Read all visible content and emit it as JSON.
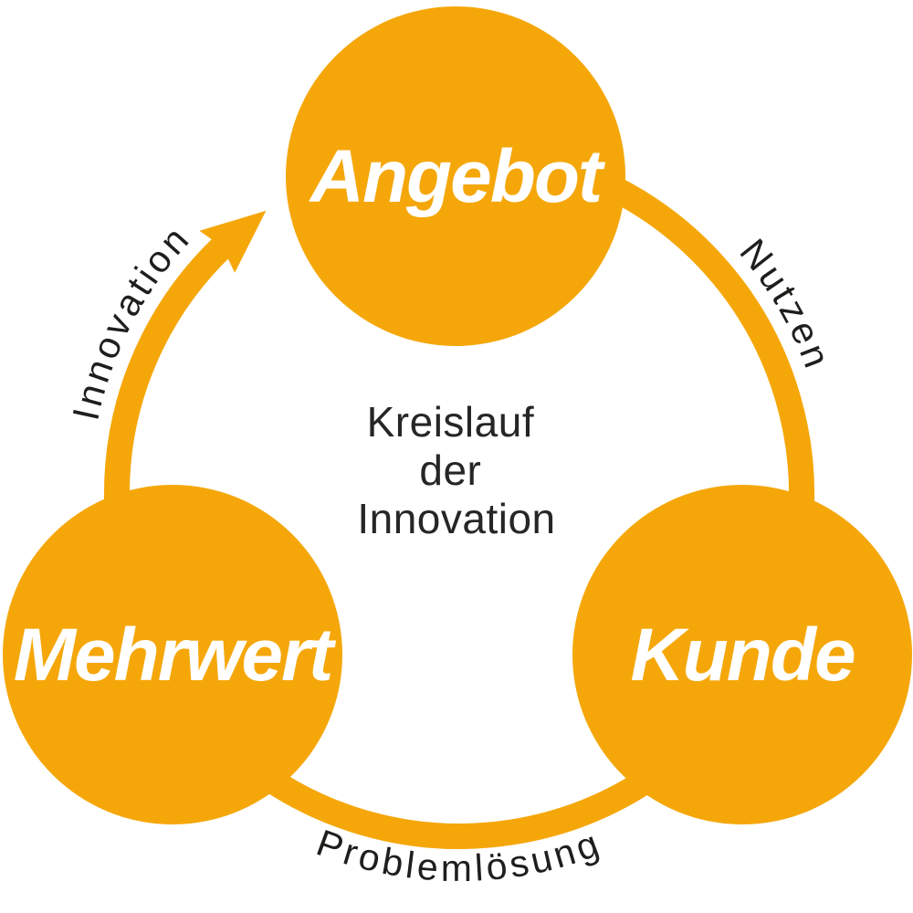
{
  "title": {
    "lines": [
      "Kreislauf",
      "der",
      "Innovation"
    ]
  },
  "nodes": [
    {
      "id": "angebot",
      "label": "Angebot"
    },
    {
      "id": "kunde",
      "label": "Kunde"
    },
    {
      "id": "mehrwert",
      "label": "Mehrwert"
    }
  ],
  "edges": [
    {
      "id": "nutzen",
      "label": "Nutzen",
      "from": "angebot",
      "to": "kunde",
      "has_arrowhead": false
    },
    {
      "id": "problemloesung",
      "label": "Problemlösung",
      "from": "kunde",
      "to": "mehrwert",
      "has_arrowhead": false
    },
    {
      "id": "innovation",
      "label": "Innovation",
      "from": "mehrwert",
      "to": "angebot",
      "has_arrowhead": true
    }
  ],
  "colors": {
    "accent": "#F5A70A",
    "label_text": "#1E1E1C",
    "node_text": "#FFFFFF",
    "background": "#FFFFFF"
  }
}
